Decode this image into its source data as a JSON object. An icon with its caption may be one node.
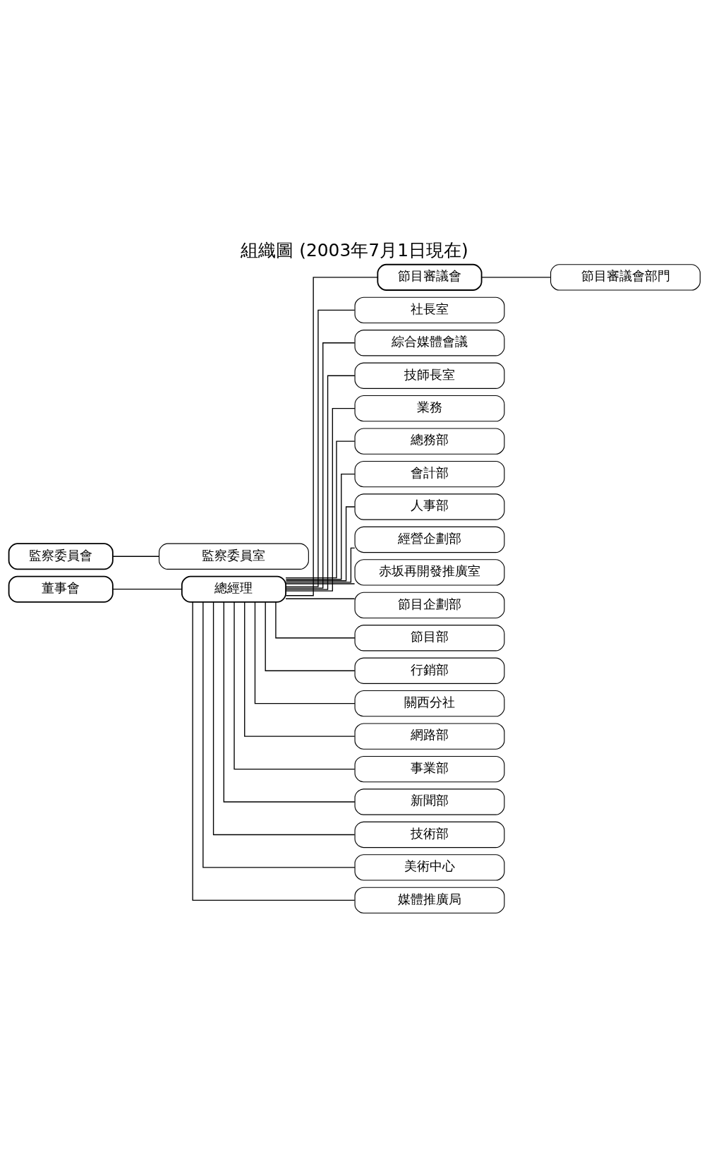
{
  "diagram": {
    "title": "組織圖 (2003年7月1日現在)",
    "nodes": [
      {
        "text": [
          "董事會"
        ]
      },
      {
        "text": [
          "總經理"
        ]
      },
      {
        "text": [
          "節目審議會"
        ]
      },
      {
        "text": [
          "節目審議會部門"
        ]
      },
      {
        "text": [
          "社長室"
        ]
      },
      {
        "text": [
          "綜合媒體會議"
        ]
      },
      {
        "text": [
          "技師長室"
        ]
      },
      {
        "text": [
          "業務"
        ]
      },
      {
        "text": [
          "總務部"
        ]
      },
      {
        "text": [
          "會計部"
        ]
      },
      {
        "text": [
          "人事部"
        ]
      },
      {
        "text": [
          "經營企劃部"
        ]
      },
      {
        "text": [
          "赤坂再開發推廣室"
        ]
      },
      {
        "text": [
          "節目企劃部"
        ]
      },
      {
        "text": [
          "節目部"
        ]
      },
      {
        "text": [
          "行銷部"
        ]
      },
      {
        "text": [
          "關西分社"
        ]
      },
      {
        "text": [
          "網路部"
        ]
      },
      {
        "text": [
          "事業部"
        ]
      },
      {
        "text": [
          "新聞部"
        ]
      },
      {
        "text": [
          "技術部"
        ]
      },
      {
        "text": [
          "美術中心"
        ]
      },
      {
        "text": [
          "媒體推廣局"
        ]
      },
      {
        "text": [
          "監察委員會"
        ]
      },
      {
        "text": [
          "監察委員室"
        ]
      }
    ],
    "edges": [
      {
        "from": 0,
        "to": 1,
        "arrow": "none"
      },
      {
        "from": 1,
        "to": 2,
        "arrow": "none"
      },
      {
        "from": 2,
        "to": 3,
        "arrow": "none"
      },
      {
        "from": 1,
        "to": 4,
        "arrow": "none"
      },
      {
        "from": 1,
        "to": 5,
        "arrow": "none"
      },
      {
        "from": 1,
        "to": 6,
        "arrow": "none"
      },
      {
        "from": 1,
        "to": 7,
        "arrow": "none"
      },
      {
        "from": 1,
        "to": 8,
        "arrow": "none"
      },
      {
        "from": 1,
        "to": 9,
        "arrow": "none"
      },
      {
        "from": 1,
        "to": 10,
        "arrow": "none"
      },
      {
        "from": 1,
        "to": 11,
        "arrow": "none"
      },
      {
        "from": 1,
        "to": 12,
        "arrow": "none"
      },
      {
        "from": 1,
        "to": 13,
        "arrow": "none"
      },
      {
        "from": 1,
        "to": 14,
        "arrow": "none"
      },
      {
        "from": 1,
        "to": 15,
        "arrow": "none"
      },
      {
        "from": 1,
        "to": 16,
        "arrow": "none"
      },
      {
        "from": 1,
        "to": 17,
        "arrow": "none"
      },
      {
        "from": 1,
        "to": 18,
        "arrow": "none"
      },
      {
        "from": 1,
        "to": 19,
        "arrow": "none"
      },
      {
        "from": 1,
        "to": 20,
        "arrow": "none"
      },
      {
        "from": 1,
        "to": 21,
        "arrow": "none"
      },
      {
        "from": 1,
        "to": 22,
        "arrow": "none"
      },
      {
        "from": 23,
        "to": 24,
        "arrow": "none"
      }
    ]
  }
}
